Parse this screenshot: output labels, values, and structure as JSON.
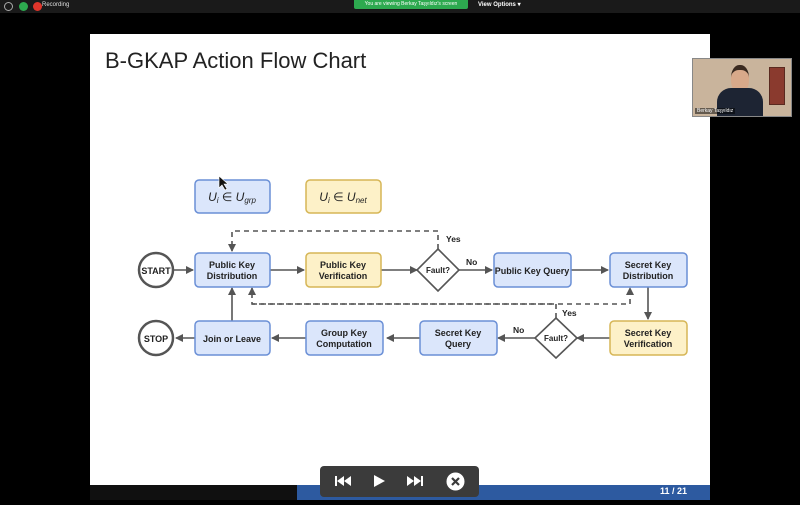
{
  "zoom": {
    "recording_label": "Recording",
    "viewing_banner": "You are viewing Berkay Taşyıldız's screen",
    "view_options": "View Options",
    "webcam_name": "Berkay Taşyıldız"
  },
  "slide": {
    "title": "B-GKAP Action Flow Chart",
    "page": "11 / 21",
    "legend": {
      "grp": {
        "U": "U",
        "i": "i",
        "in": "∈",
        "sub": "grp"
      },
      "net": {
        "U": "U",
        "i": "i",
        "in": "∈",
        "sub": "net"
      }
    },
    "nodes": {
      "start": "START",
      "stop": "STOP",
      "pkd_1": "Public Key",
      "pkd_2": "Distribution",
      "pkv_1": "Public Key",
      "pkv_2": "Verification",
      "fault1": "Fault?",
      "pkq": "Public Key Query",
      "skd_1": "Secret Key",
      "skd_2": "Distribution",
      "skv_1": "Secret Key",
      "skv_2": "Verification",
      "fault2": "Fault?",
      "skq_1": "Secret Key",
      "skq_2": "Query",
      "gkc_1": "Group Key",
      "gkc_2": "Computation",
      "jl": "Join or Leave",
      "yes1": "Yes",
      "no1": "No",
      "yes2": "Yes",
      "no2": "No"
    },
    "colors": {
      "blue_fill": "#dbe6fb",
      "blue_stroke": "#6a8fd6",
      "yellow_fill": "#fdf1c8",
      "yellow_stroke": "#d6b656"
    }
  }
}
